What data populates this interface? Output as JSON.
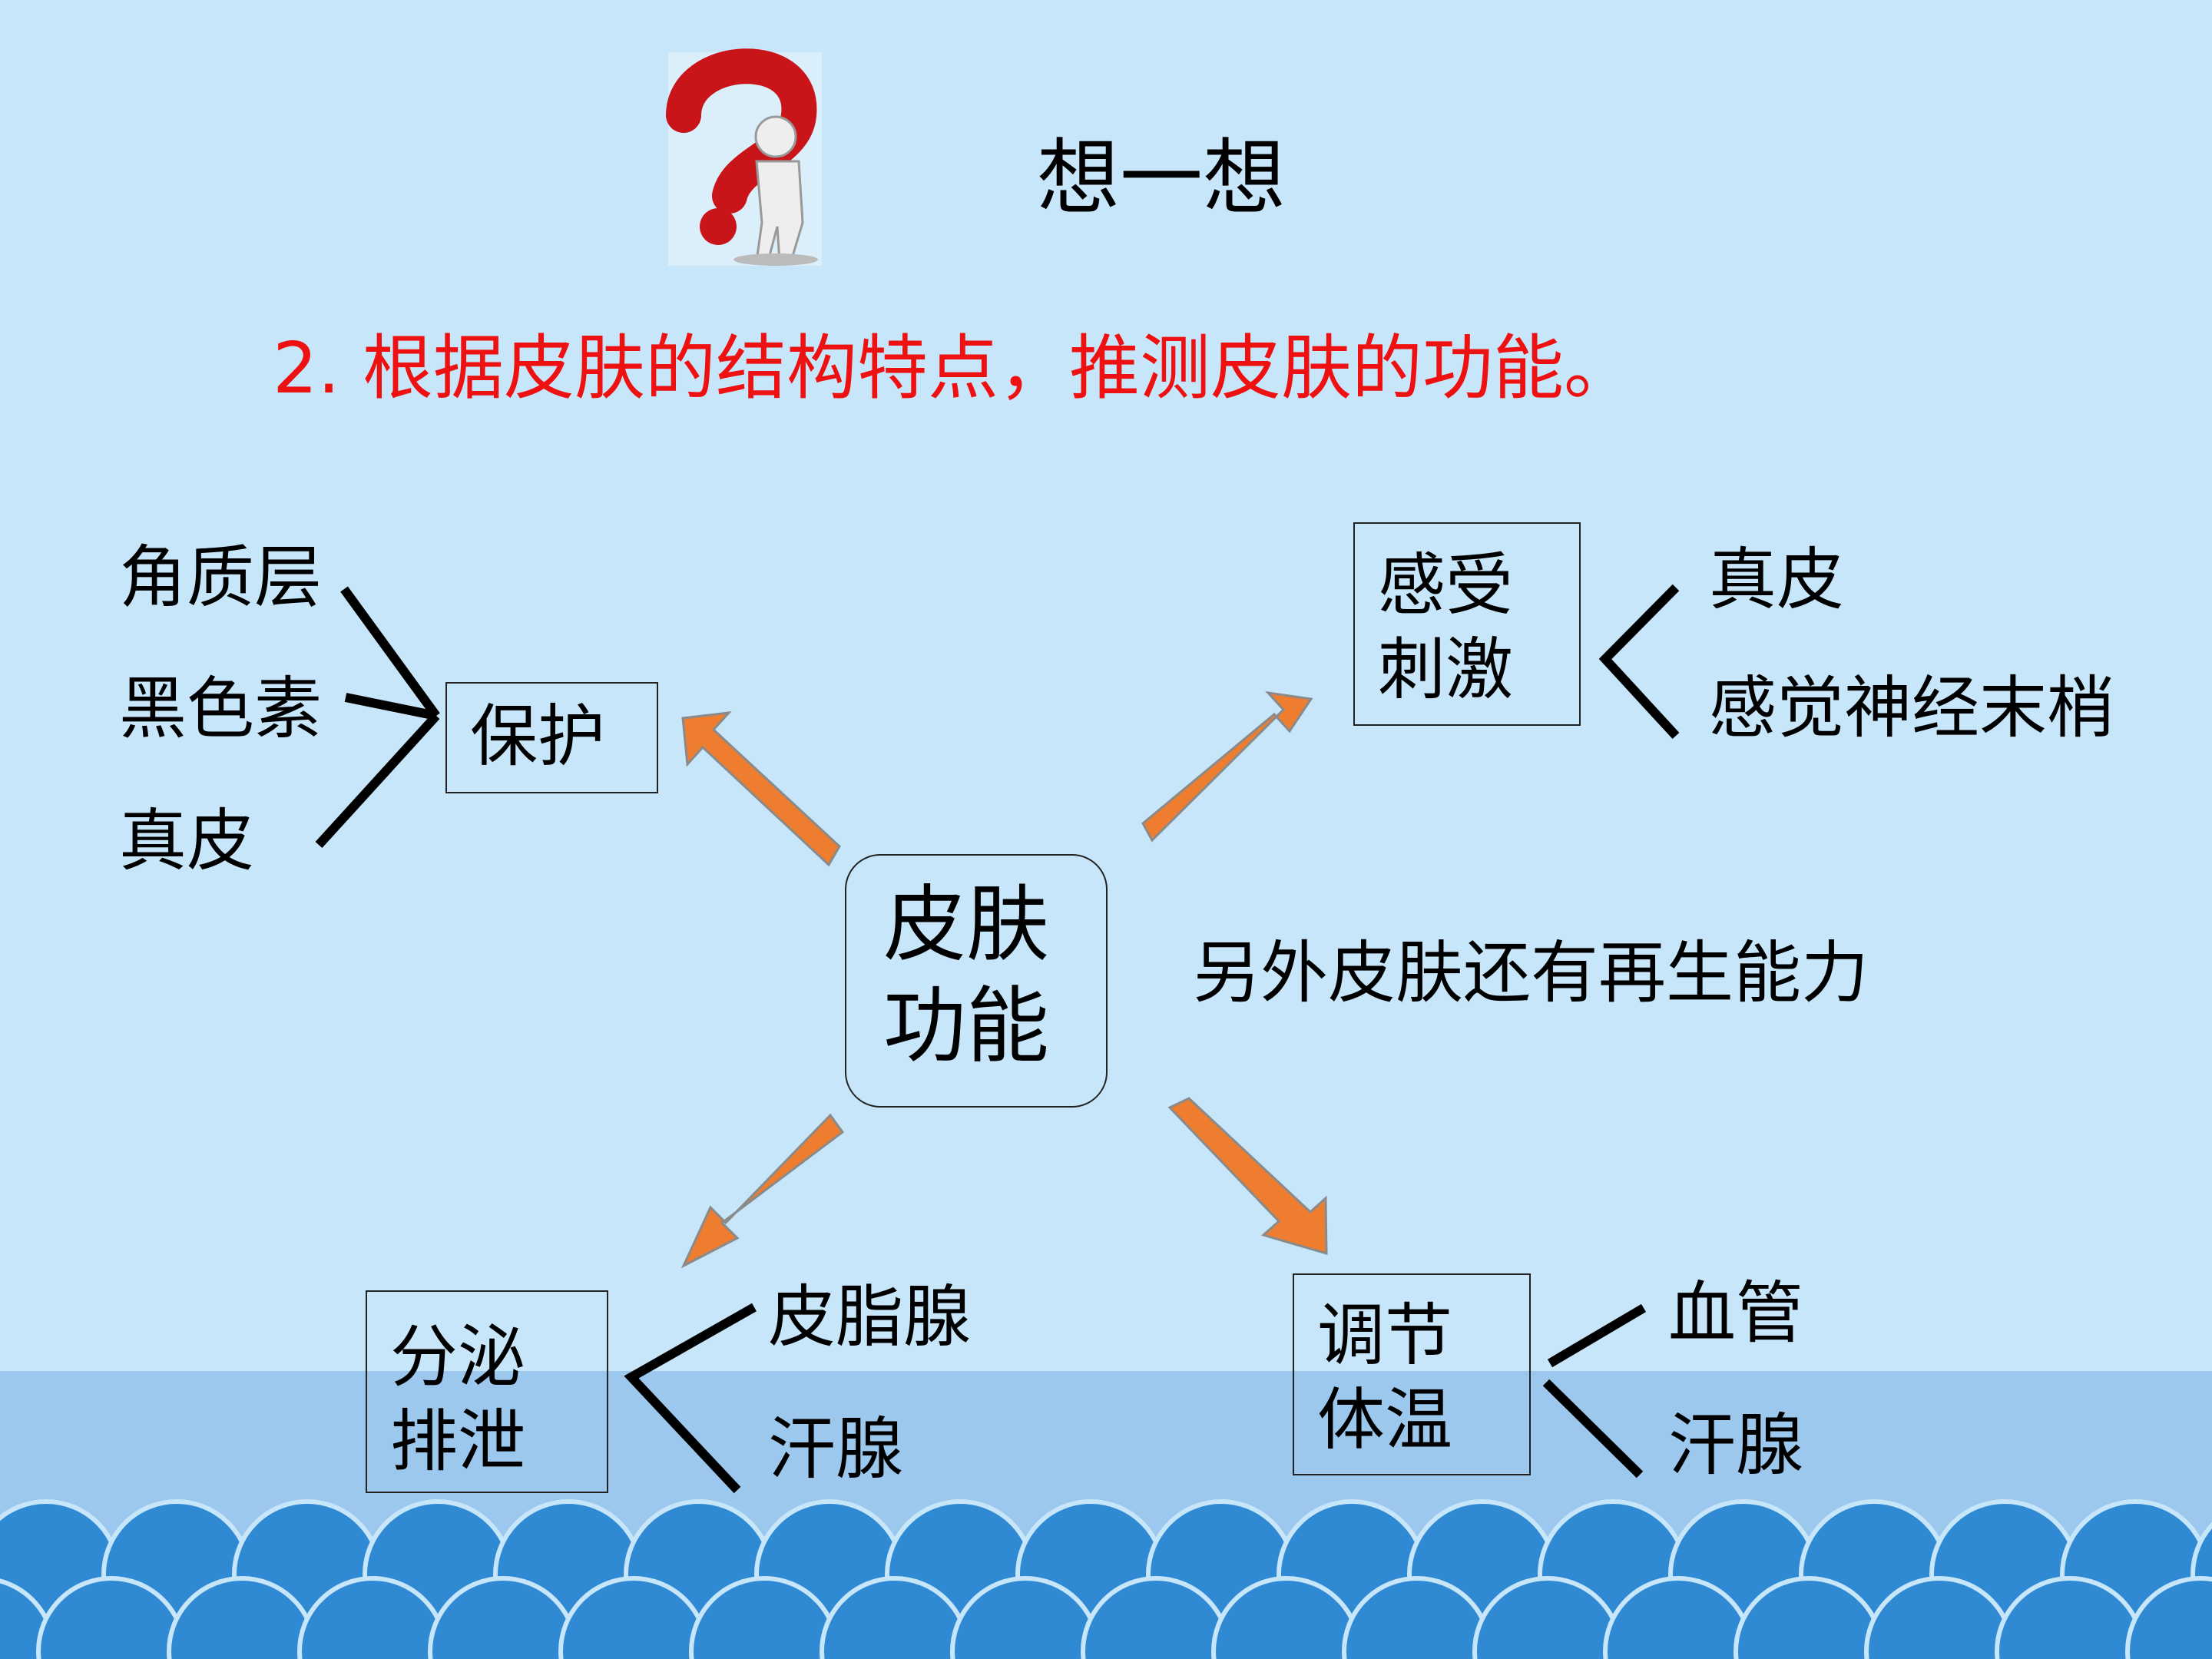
{
  "title": "想一想",
  "question": "2. 根据皮肤的结构特点，推测皮肤的功能。",
  "center": {
    "line1": "皮肤",
    "line2": "功能"
  },
  "protection": {
    "label": "保护",
    "structures": [
      "角质层",
      "黑色素",
      "真皮"
    ]
  },
  "sensation": {
    "line1": "感受",
    "line2": "刺激",
    "structures": [
      "真皮",
      "感觉神经末梢"
    ]
  },
  "excretion": {
    "line1": "分泌",
    "line2": "排泄",
    "structures": [
      "皮脂腺",
      "汗腺"
    ]
  },
  "temperature": {
    "line1": "调节",
    "line2": "体温",
    "structures": [
      "血管",
      "汗腺"
    ]
  },
  "note": "另外皮肤还有再生能力",
  "colors": {
    "background": "#c8e6f9",
    "arrow": "#ee7d30",
    "question_text": "#ee1111",
    "wave": "#2f8ad3"
  }
}
